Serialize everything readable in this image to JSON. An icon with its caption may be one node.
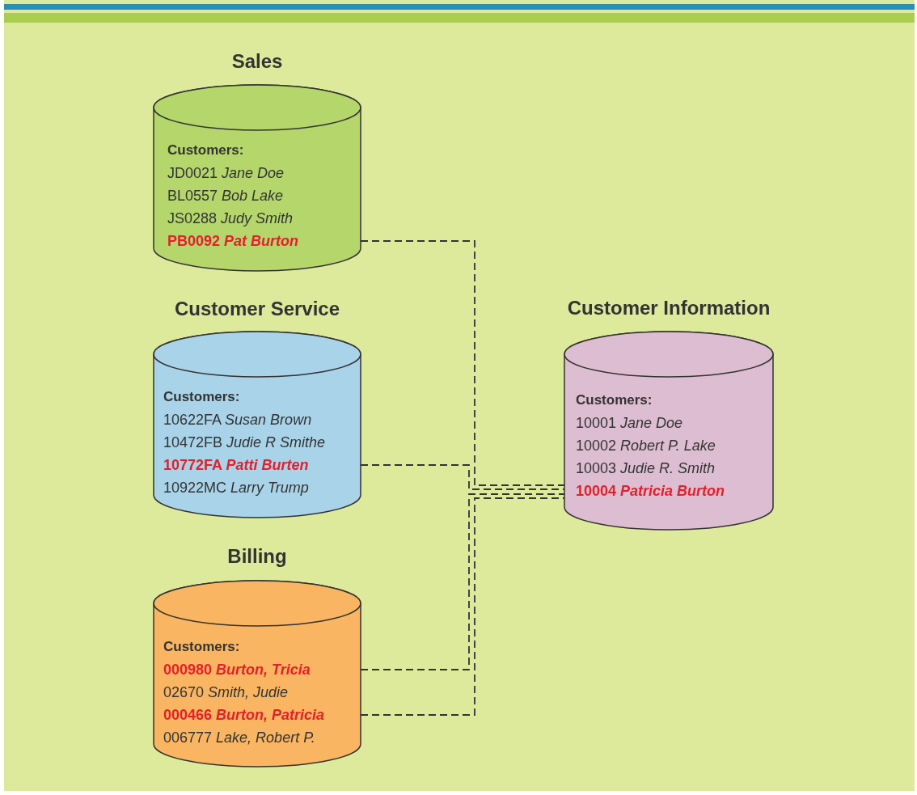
{
  "diagram": {
    "nodes": [
      {
        "text": [
          "Sales",
          "Customers:",
          "JD0021 *Jane Doe*",
          "BL0557 *Bob Lake*",
          "JS0288 *Judy Smith*",
          "**PB0092 Pat Burton**"
        ]
      },
      {
        "text": [
          "Customer Service",
          "Customers:",
          "10622FA *Susan Brown*",
          "10472FB *Judie R Smithe*",
          "**10772FA Patti Burten**",
          "10922MC *Larry Trump*"
        ]
      },
      {
        "text": [
          "Customer Information",
          "Customers:",
          "10001 *Jane Doe*",
          "10002 *Robert P. Lake*",
          "10003 *Judie R. Smith*",
          "**10004 Patricia Burton**"
        ]
      },
      {
        "text": [
          "Billing",
          "Customers:",
          "**000980 Burton, Tricia**",
          "02670 *Smith, Judie*",
          "**000466 Burton, Patricia**",
          "006777 *Lake, Robert P.*"
        ]
      }
    ],
    "edges": [
      {
        "from": 0,
        "to": 2,
        "arrow": "none",
        "style": "dashed"
      },
      {
        "from": 1,
        "to": 2,
        "arrow": "none",
        "style": "dashed"
      },
      {
        "from": 3,
        "to": 2,
        "arrow": "none",
        "style": "dashed"
      },
      {
        "from": 3,
        "to": 2,
        "arrow": "none",
        "style": "dashed"
      }
    ]
  }
}
